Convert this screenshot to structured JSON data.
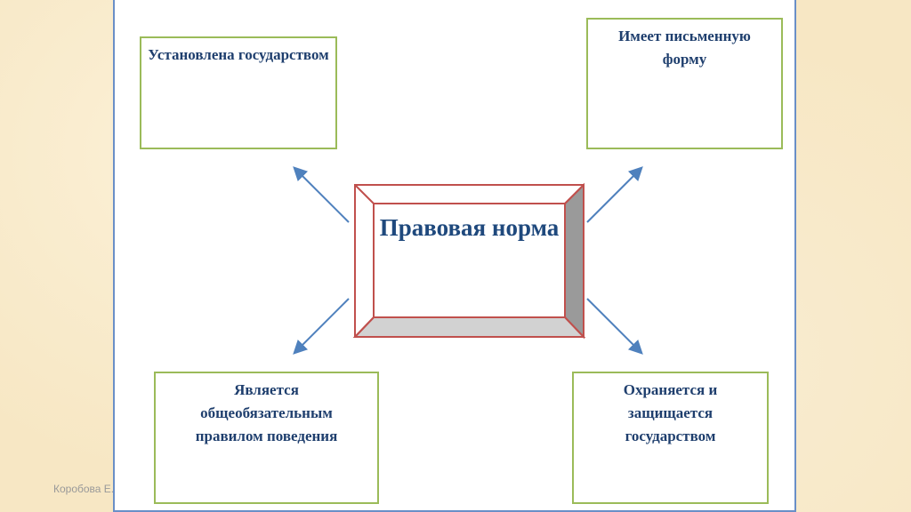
{
  "footer": {
    "author": "Коробова Е.В."
  },
  "center": {
    "title": "Правовая норма"
  },
  "boxes": [
    {
      "text": "Установлена государством"
    },
    {
      "text": "Имеет письменную форму"
    },
    {
      "text": "Является общеобязательным правилом поведения"
    },
    {
      "text": "Охраняется и защищается государством"
    }
  ],
  "colors": {
    "frame": "#6a8fc7",
    "box_border": "#9bbb59",
    "center_border": "#c0504d",
    "text": "#1f497d",
    "arrow": "#4f81bd"
  }
}
